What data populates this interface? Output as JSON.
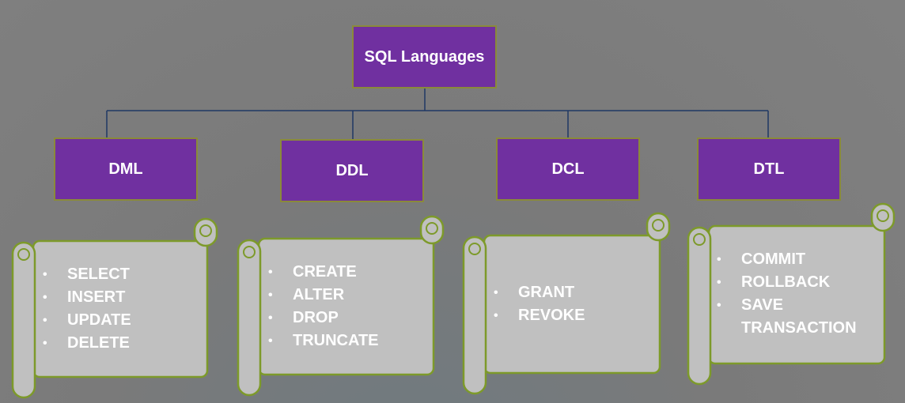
{
  "root": {
    "label": "SQL Languages"
  },
  "categories": [
    {
      "label": "DML",
      "items": [
        "SELECT",
        "INSERT",
        "UPDATE",
        "DELETE"
      ]
    },
    {
      "label": "DDL",
      "items": [
        "CREATE",
        "ALTER",
        "DROP",
        "TRUNCATE"
      ]
    },
    {
      "label": "DCL",
      "items": [
        "GRANT",
        "REVOKE"
      ]
    },
    {
      "label": "DTL",
      "items": [
        "COMMIT",
        "ROLLBACK",
        "SAVE TRANSACTION"
      ]
    }
  ],
  "colors": {
    "node_fill": "#7030a0",
    "node_border": "#8a8a3a",
    "scroll_fill": "#c0c0c0",
    "scroll_border": "#7d9a2a",
    "connector": "#1f3864"
  }
}
